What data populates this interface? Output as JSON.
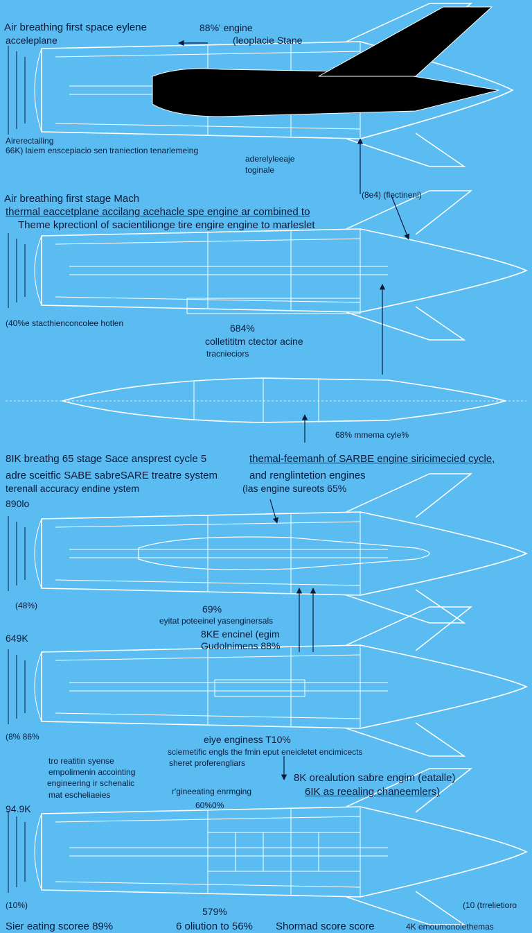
{
  "colors": {
    "background": "#5bbcf2",
    "line": "#ffffff",
    "fuselage_dark": "#000000",
    "text": "#0b1a3a"
  },
  "labels": {
    "l1": "Air breathing first space eylene",
    "l2": "88%' engine",
    "l3": "acceleplane",
    "l4": "(leoplacie Stane",
    "l5": "Airerectailing",
    "l6": "66K) laiem enscepiacio sen traniection tenarlemeing",
    "l7": "aderelyleeaje",
    "l8": "toginale",
    "l9": "Air breathing first stage Mach",
    "l10": "(8e4) (flectinenl)",
    "l11": "thermal eaccetplane accilang acehacle spe engine ar combined to",
    "l12": "Theme kprectionl of sacientilionge tire engire engine to marleslet",
    "l13": "(40%e stacthienconcolee hotlen",
    "l14": "684%",
    "l15": "colletititm ctector acine",
    "l16": "tracnieciors",
    "l17": "68% mmema cyle%",
    "l18": "8IK breathg 65 stage Sace ansprest cycle 5",
    "l19": "themal-feemanh of SARBE engine siricimecied cycle,",
    "l20": "adre sceitfic SABE sabreSARE treatre system",
    "l21": "and renglintetion engines",
    "l22": "terenall accuracy endine ystem",
    "l23": "(las engine sureots 65%",
    "l24": "890lo",
    "l25": "(48%)",
    "l26": "69%",
    "l27": "eyitat poteeinel yasenginersals",
    "l28": "649K",
    "l29": "8KE encinel (egim",
    "l30": "Gudolnimens 88%",
    "l31": "(8% 86%",
    "l32": "eiye enginess T10%",
    "l33": "sciemetific engls the fmin eput eneicletet encimicects",
    "l34": "sheret proferengliars",
    "l35": "tro reatitin syense",
    "l36": "empolimenin accointing",
    "l37": "engineering ir schenalic",
    "l38": "mat escheliaeies",
    "l39": "8K orealution sabre engim (eatalle)",
    "l40": "6IK as reealing chaneemlers)",
    "l41": "r'gineeating enrmging",
    "l42": "60%0%",
    "l43": "94.9K",
    "l44": "(10%)",
    "l45": "(10 (trrelietioro",
    "l46": "579%",
    "l47": "Sier eating scoree 89%",
    "l48": "6 oliution to 56%",
    "l49": "Shormad score score",
    "l50": "4K emoumonolethemas"
  }
}
